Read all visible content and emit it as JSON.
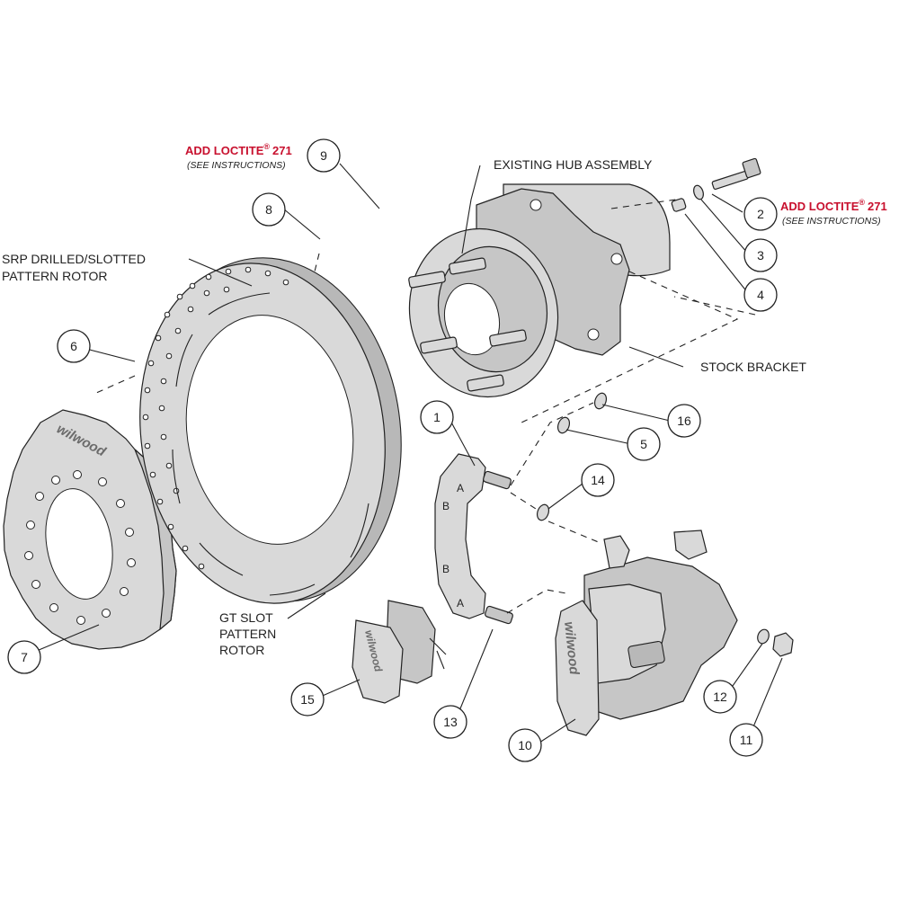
{
  "notes": {
    "loctite_top": {
      "text": "ADD LOCTITE",
      "sup": "®",
      "num": "271",
      "sub": "(SEE INSTRUCTIONS)"
    },
    "loctite_right": {
      "text": "ADD LOCTITE",
      "sup": "®",
      "num": "271",
      "sub": "(SEE INSTRUCTIONS)"
    }
  },
  "labels": {
    "existing_hub": "EXISTING HUB ASSEMBLY",
    "srp_rotor_line1": "SRP DRILLED/SLOTTED",
    "srp_rotor_line2": "PATTERN ROTOR",
    "stock_bracket": "STOCK BRACKET",
    "gt_rotor_line1": "GT SLOT",
    "gt_rotor_line2": "PATTERN",
    "gt_rotor_line3": "ROTOR"
  },
  "brand": {
    "hat": "wilwood",
    "caliper": "wilwood",
    "pad": "wilwood"
  },
  "bracket_marks": {
    "a_top": "A",
    "b_top": "B",
    "b_bottom": "B",
    "a_bottom": "A"
  },
  "callouts": [
    {
      "id": "c1",
      "num": "1"
    },
    {
      "id": "c2",
      "num": "2"
    },
    {
      "id": "c3",
      "num": "3"
    },
    {
      "id": "c4",
      "num": "4"
    },
    {
      "id": "c5",
      "num": "5"
    },
    {
      "id": "c6",
      "num": "6"
    },
    {
      "id": "c7",
      "num": "7"
    },
    {
      "id": "c8",
      "num": "8"
    },
    {
      "id": "c9",
      "num": "9"
    },
    {
      "id": "c10",
      "num": "10"
    },
    {
      "id": "c11",
      "num": "11"
    },
    {
      "id": "c12",
      "num": "12"
    },
    {
      "id": "c13",
      "num": "13"
    },
    {
      "id": "c14",
      "num": "14"
    },
    {
      "id": "c15",
      "num": "15"
    },
    {
      "id": "c16",
      "num": "16"
    }
  ]
}
